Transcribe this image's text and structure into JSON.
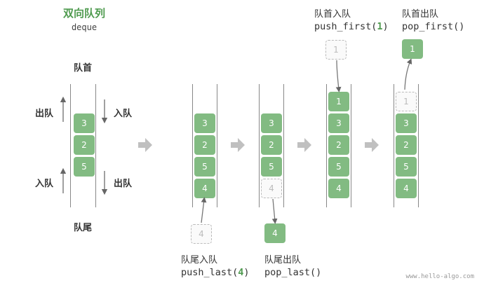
{
  "title": "双向队列",
  "subtitle": "deque",
  "head_label": "队首",
  "tail_label": "队尾",
  "ops_left": {
    "top_out": "出队",
    "top_in": "入队",
    "bottom_in": "入队",
    "bottom_out": "出队"
  },
  "initial": [
    "3",
    "2",
    "5"
  ],
  "steps": [
    {
      "label": "队尾入队",
      "code_prefix": "push_last(",
      "code_arg": "4",
      "code_suffix": ")",
      "stack": [
        "3",
        "2",
        "5",
        "4"
      ],
      "moving": "4"
    },
    {
      "label": "队尾出队",
      "code_prefix": "pop_last()",
      "code_arg": "",
      "code_suffix": "",
      "stack": [
        "3",
        "2",
        "5"
      ],
      "ghost": "4",
      "moving": "4"
    },
    {
      "label": "队首入队",
      "code_prefix": "push_first(",
      "code_arg": "1",
      "code_suffix": ")",
      "stack": [
        "1",
        "3",
        "2",
        "5",
        "4"
      ],
      "moving": "1"
    },
    {
      "label": "队首出队",
      "code_prefix": "pop_first()",
      "code_arg": "",
      "code_suffix": "",
      "stack": [
        "3",
        "2",
        "5",
        "4"
      ],
      "ghost": "1",
      "moving": "1"
    }
  ],
  "watermark": "www.hello-algo.com",
  "colors": {
    "accent": "#4e9a4e",
    "box": "#82bb82",
    "arrow": "#c0c0c0"
  }
}
